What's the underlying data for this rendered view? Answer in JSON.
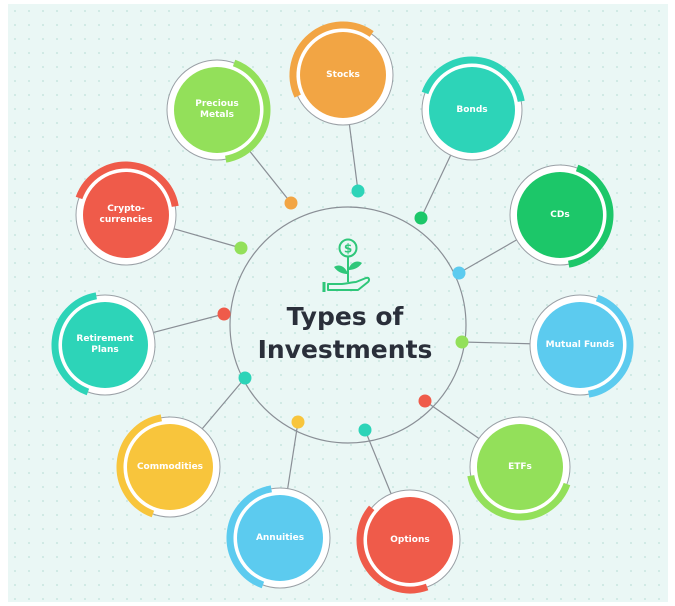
{
  "title": {
    "line1": "Types of",
    "line2": "Investments"
  },
  "center_icon": "money-plant-hand-icon",
  "colors": {
    "orange": "#f2a544",
    "green": "#93e05a",
    "teal": "#2dd4b8",
    "emerald": "#1cc769",
    "red": "#ef5b4a",
    "blue": "#5ccbef",
    "yellow": "#f8c53c",
    "icon": "#2fc77a"
  },
  "items": [
    {
      "id": "stocks",
      "label": "Stocks",
      "color": "#f2a544"
    },
    {
      "id": "bonds",
      "label": "Bonds",
      "color": "#2dd4b8"
    },
    {
      "id": "cds",
      "label": "CDs",
      "color": "#1cc769"
    },
    {
      "id": "mutual-funds",
      "label": "Mutual Funds",
      "color": "#5ccbef"
    },
    {
      "id": "etfs",
      "label": "ETFs",
      "color": "#93e05a"
    },
    {
      "id": "options",
      "label": "Options",
      "color": "#ef5b4a"
    },
    {
      "id": "annuities",
      "label": "Annuities",
      "color": "#5ccbef"
    },
    {
      "id": "commodities",
      "label": "Commodities",
      "color": "#f8c53c"
    },
    {
      "id": "retirement-plans",
      "label": "Retirement Plans",
      "color": "#2dd4b8"
    },
    {
      "id": "cryptocurrencies",
      "label": "Crypto-currencies",
      "color": "#ef5b4a"
    },
    {
      "id": "precious-metals",
      "label": "Precious Metals",
      "color": "#93e05a"
    }
  ]
}
